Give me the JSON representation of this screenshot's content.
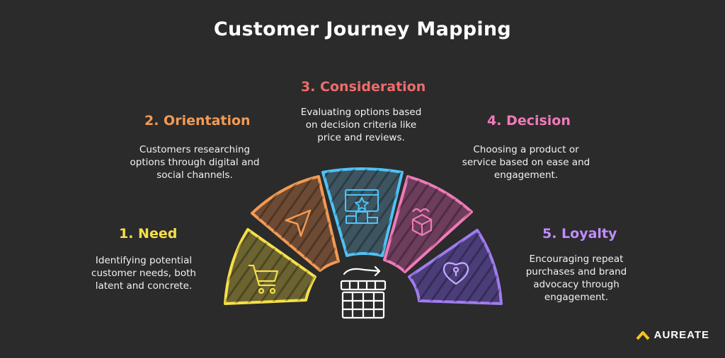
{
  "title": "Customer Journey Mapping",
  "stages": [
    {
      "label": "1. Need",
      "description": "Identifying potential customer needs, both latent and concrete.",
      "color": "#f5e04a",
      "icon": "shopping-cart-icon"
    },
    {
      "label": "2. Orientation",
      "description": "Customers researching options through digital and social channels.",
      "color": "#f39a55",
      "icon": "navigation-arrow-icon"
    },
    {
      "label": "3. Consideration",
      "description": "Evaluating options based on decision criteria like price and reviews.",
      "color": "#f26b6b",
      "accent": "#4fc3f7",
      "icon": "podium-ranking-icon"
    },
    {
      "label": "4. Decision",
      "description": "Choosing a product or service based on ease and engagement.",
      "color": "#f07ab8",
      "icon": "product-box-icon"
    },
    {
      "label": "5. Loyalty",
      "description": "Encouraging repeat purchases and brand advocacy through engagement.",
      "color": "#a07cf0",
      "icon": "heart-lock-icon"
    }
  ],
  "center_icon": "storefront-icon",
  "brand": {
    "name": "AUREATE",
    "color": "#f5c518"
  }
}
